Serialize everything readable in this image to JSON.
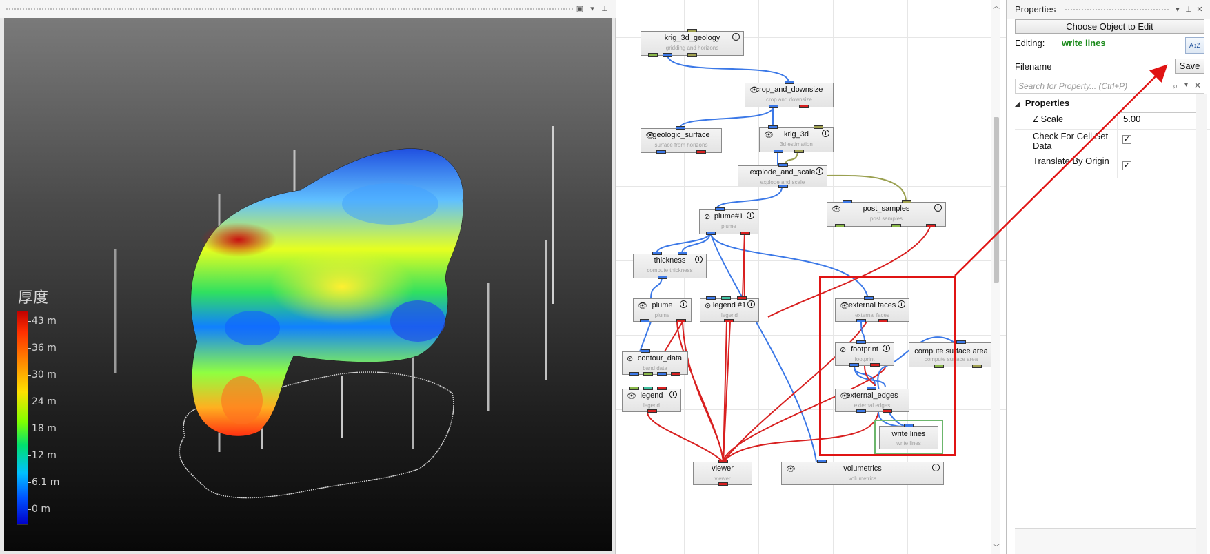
{
  "viewer": {
    "legend": {
      "title": "厚度",
      "ticks": [
        "43 m",
        "36 m",
        "30 m",
        "24 m",
        "18 m",
        "12 m",
        "6.1 m",
        "0 m"
      ]
    }
  },
  "network": {
    "nodes": {
      "krig_3d_geology": {
        "name": "krig_3d_geology",
        "sub": "gridding and horizons"
      },
      "crop_and_downsize": {
        "name": "crop_and_downsize",
        "sub": "crop and downsize"
      },
      "geologic_surface": {
        "name": "geologic_surface",
        "sub": "surface from horizons"
      },
      "krig_3d": {
        "name": "krig_3d",
        "sub": "3d estimation"
      },
      "explode_and_scale": {
        "name": "explode_and_scale",
        "sub": "explode and scale"
      },
      "post_samples": {
        "name": "post_samples",
        "sub": "post samples"
      },
      "plume1": {
        "name": "plume#1",
        "sub": "plume"
      },
      "thickness": {
        "name": "thickness",
        "sub": "compute thickness"
      },
      "plume": {
        "name": "plume",
        "sub": "plume"
      },
      "legend1": {
        "name": "legend #1",
        "sub": "legend"
      },
      "external_faces": {
        "name": "external faces",
        "sub": "external faces"
      },
      "footprint": {
        "name": "footprint",
        "sub": "footprint"
      },
      "compute_surface_area": {
        "name": "compute surface area",
        "sub": "compute surface area"
      },
      "contour_data": {
        "name": "contour_data",
        "sub": "band data"
      },
      "legend": {
        "name": "legend",
        "sub": "legend"
      },
      "external_edges": {
        "name": "external_edges",
        "sub": "external edges"
      },
      "write_lines": {
        "name": "write lines",
        "sub": "write lines"
      },
      "viewer": {
        "name": "viewer",
        "sub": "viewer"
      },
      "volumetrics": {
        "name": "volumetrics",
        "sub": "volumetrics"
      }
    }
  },
  "properties": {
    "title": "Properties",
    "choose_button": "Choose Object to Edit",
    "editing_label": "Editing:",
    "editing_value": "write lines",
    "filename_label": "Filename",
    "save_button": "Save",
    "search_placeholder": "Search for Property... (Ctrl+P)",
    "group_label": "Properties",
    "rows": {
      "z_scale": {
        "name": "Z Scale",
        "value": "5.00"
      },
      "check_cell_set": {
        "name": "Check For Cell Set Data",
        "checked": true
      },
      "translate_origin": {
        "name": "Translate By Origin",
        "checked": true
      }
    }
  },
  "colors": {
    "selection": "#e01414",
    "editing_value": "#1a8a1a",
    "wire_blue": "#3b78e7",
    "wire_red": "#d82020",
    "wire_olive": "#9aa050"
  },
  "icons": [
    "eye-icon",
    "eye-off-icon",
    "info-icon",
    "pin-icon",
    "restore-icon",
    "dropdown-icon",
    "search-icon",
    "close-icon",
    "target-icon",
    "sort-icon",
    "collapse-triangle-icon"
  ]
}
